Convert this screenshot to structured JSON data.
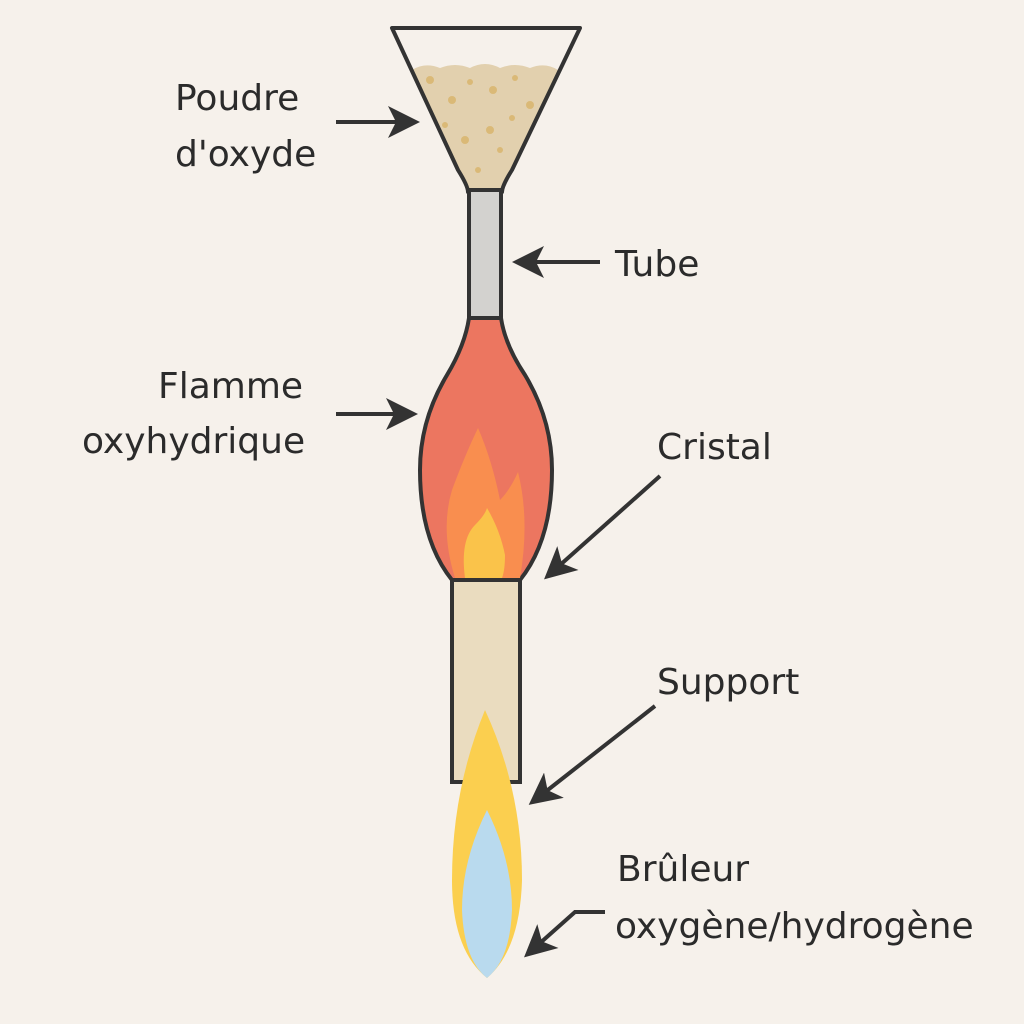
{
  "labels": {
    "powder_line1": "Poudre",
    "powder_line2": "d'oxyde",
    "tube": "Tube",
    "flame_line1": "Flamme",
    "flame_line2": "oxyhydrique",
    "crystal": "Cristal",
    "support": "Support",
    "burner_line1": "Brûleur",
    "burner_line2": "oxygène/hydrogène"
  },
  "colors": {
    "background": "#f6f1eb",
    "outline": "#333333",
    "powder": "#e2d0ae",
    "tube": "#d3d2cf",
    "flame_chamber": "#ec7660",
    "inner_flame": "#f98e4f",
    "flame_core": "#fac34a",
    "support": "#eadcbf",
    "burner_outer": "#fbcf4f",
    "burner_inner": "#b9daee"
  }
}
